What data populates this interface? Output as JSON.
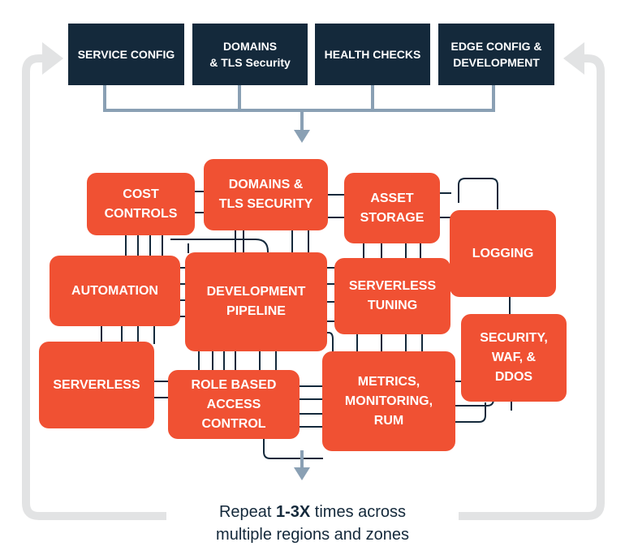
{
  "top_steps": [
    {
      "id": "service_config",
      "label": "SERVICE CONFIG"
    },
    {
      "id": "domains_tls",
      "label": "DOMAINS\n& TLS Security"
    },
    {
      "id": "health_checks",
      "label": "HEALTH CHECKS"
    },
    {
      "id": "edge_config",
      "label": "EDGE CONFIG &\nDEVELOPMENT"
    }
  ],
  "tiles": [
    {
      "id": "cost_controls",
      "label": "COST\nCONTROLS"
    },
    {
      "id": "domains_tls_security",
      "label": "DOMAINS &\nTLS SECURITY"
    },
    {
      "id": "asset_storage",
      "label": "ASSET\nSTORAGE"
    },
    {
      "id": "logging",
      "label": "LOGGING"
    },
    {
      "id": "automation",
      "label": "AUTOMATION"
    },
    {
      "id": "development_pipeline",
      "label": "DEVELOPMENT\nPIPELINE"
    },
    {
      "id": "serverless_tuning",
      "label": "SERVERLESS\nTUNING"
    },
    {
      "id": "security_waf_ddos",
      "label": "SECURITY,\nWAF, &\nDDOS"
    },
    {
      "id": "serverless",
      "label": "SERVERLESS"
    },
    {
      "id": "role_based_access",
      "label": "ROLE BASED\nACCESS CONTROL"
    },
    {
      "id": "metrics_monitoring",
      "label": "METRICS,\nMONITORING,\nRUM"
    }
  ],
  "caption": {
    "prefix": "Repeat ",
    "emphasis": "1-3X",
    "suffix": " times across",
    "line2": "multiple regions and zones"
  },
  "colors": {
    "dark": "#14293b",
    "accent": "#f05133",
    "connector": "#8aa0b4",
    "loop": "#e2e3e4"
  }
}
